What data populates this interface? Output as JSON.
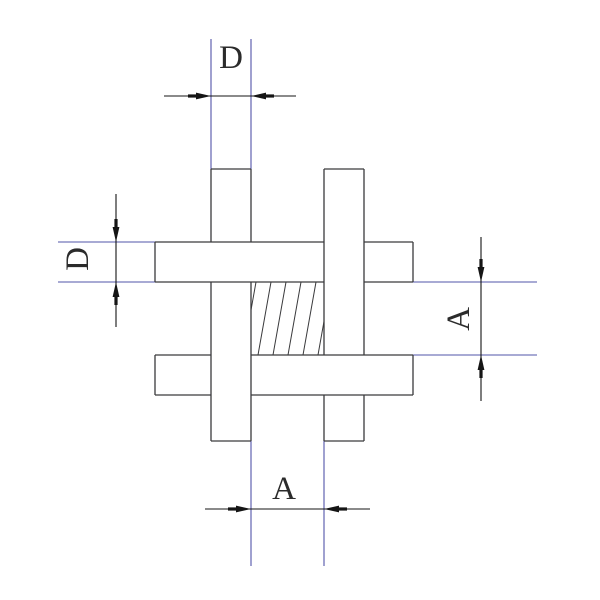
{
  "diagram": {
    "labels": {
      "top_dimension": "D",
      "left_dimension": "D",
      "right_dimension": "A",
      "bottom_dimension": "A"
    },
    "colors": {
      "background": "#ffffff",
      "wire_outline": "#3a3a3c",
      "extension_line": "#5254a8",
      "dimension": "#151515",
      "label_text": "#2b2b2b"
    }
  }
}
